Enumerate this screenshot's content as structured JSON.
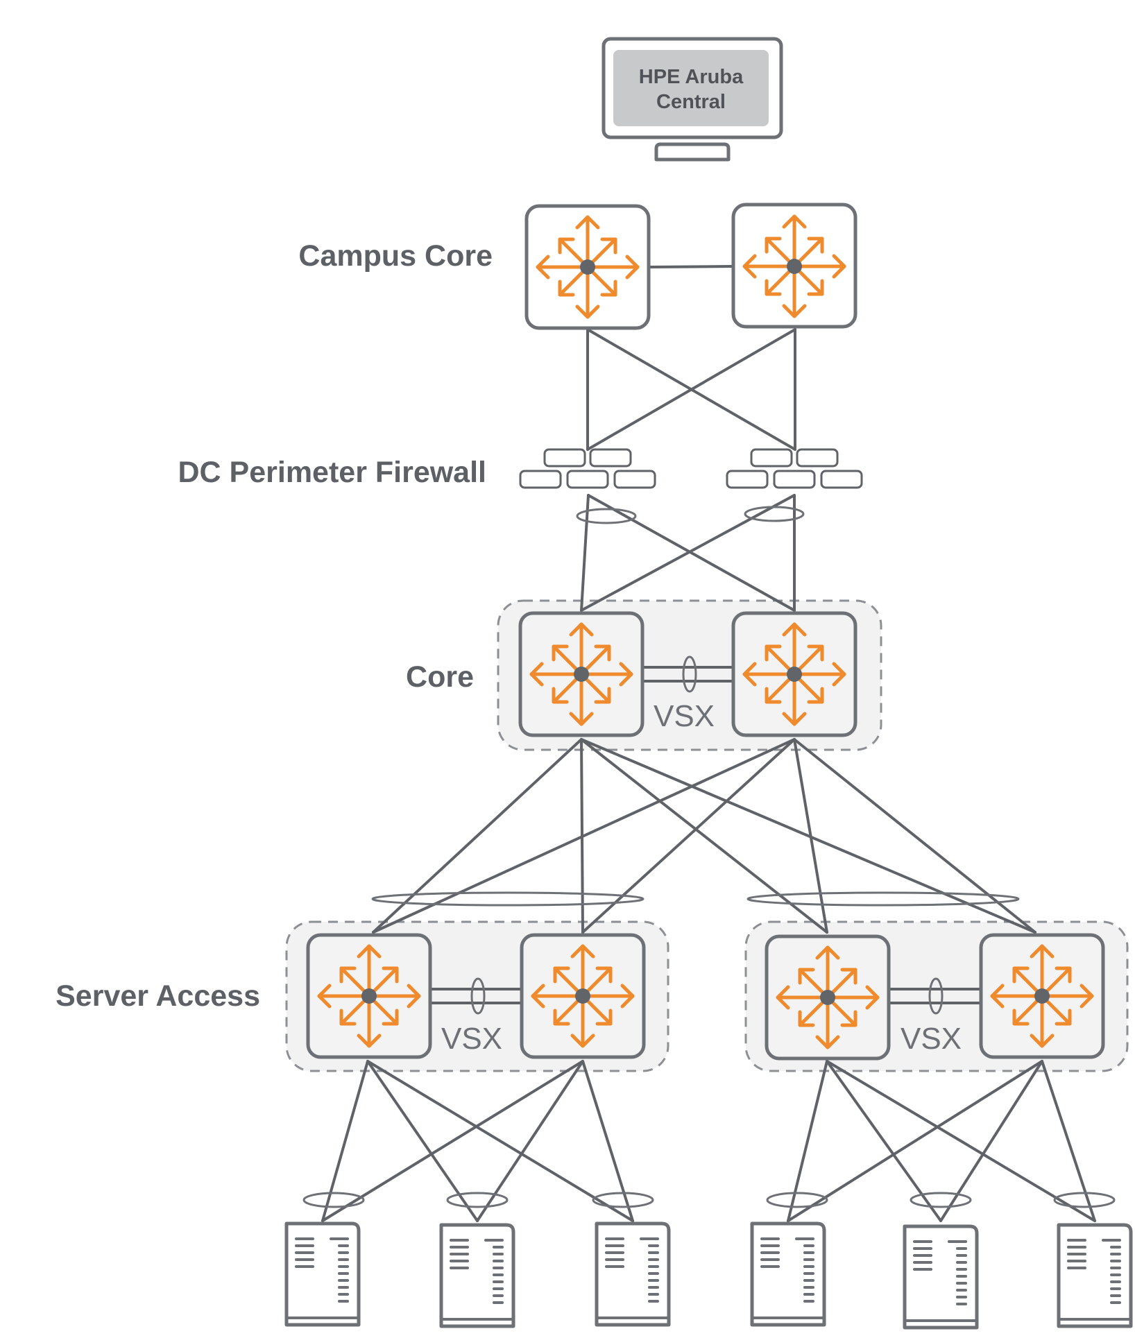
{
  "monitor": {
    "line1": "HPE Aruba",
    "line2": "Central"
  },
  "tiers": {
    "campus_core": "Campus Core",
    "firewall": "DC Perimeter Firewall",
    "core": "Core",
    "server_access": "Server Access"
  },
  "vsx": {
    "core": "VSX",
    "access_left": "VSX",
    "access_right": "VSX"
  },
  "colors": {
    "line": "#5f6267",
    "device_border": "#6d7075",
    "arrow": "#ef8a2d",
    "hub": "#616468",
    "group_fill": "#f2f2f2",
    "group_border": "#8c8f93",
    "screen": "#c8c9cb"
  },
  "icons": [
    "monitor-icon",
    "router-icon",
    "firewall-icon",
    "server-icon"
  ]
}
